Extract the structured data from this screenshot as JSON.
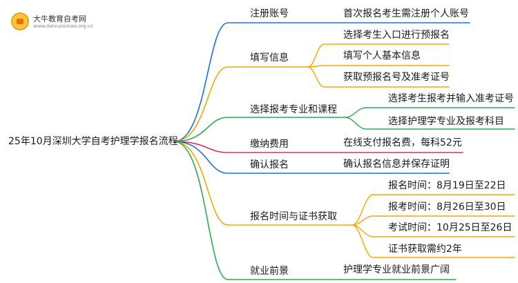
{
  "logo": {
    "name": "大牛教育自考网",
    "url": "www.daniuzaixiao.org.cn"
  },
  "root": "25年10月深圳大学自考护理学报名流程",
  "branches": [
    {
      "label": "注册账号",
      "color": "#1e6fd9",
      "items": [
        "首次报名考生需注册个人账号"
      ]
    },
    {
      "label": "填写信息",
      "color": "#f0a800",
      "items": [
        "选择考生入口进行预报名",
        "填写个人基本信息",
        "获取预报名号及准考证号"
      ]
    },
    {
      "label": "选择报考专业和课程",
      "color": "#2aa84a",
      "items": [
        "选择考生报考并输入准考证号",
        "选择护理学专业及报考科目"
      ]
    },
    {
      "label": "缴纳费用",
      "color": "#e0286a",
      "items": [
        "在线支付报名费，每科52元"
      ]
    },
    {
      "label": "确认报名",
      "color": "#1e6fd9",
      "items": [
        "确认报名信息并保存证明"
      ]
    },
    {
      "label": "报名时间与证书获取",
      "color": "#f0a800",
      "items": [
        "报名时间：8月19日至22日",
        "报考时间：8月26日至30日",
        "考试时间：10月25日至26日",
        "证书获取需约2年"
      ]
    },
    {
      "label": "就业前景",
      "color": "#2aa84a",
      "items": [
        "护理学专业就业前景广阔"
      ]
    }
  ]
}
